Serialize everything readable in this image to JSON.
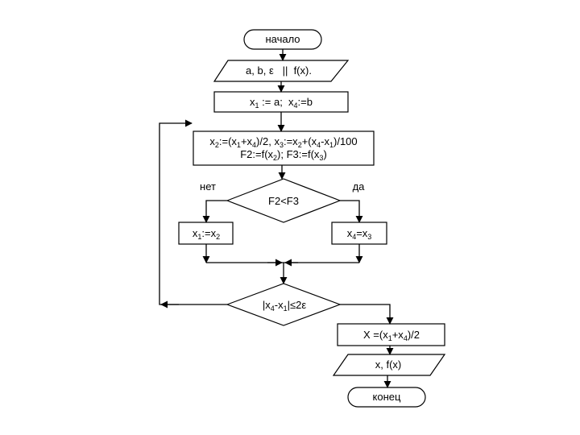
{
  "flowchart": {
    "start": "начало",
    "input": "a, b, ε   ||  f(x).",
    "init": {
      "a": "x",
      "a_sub": "1",
      "b": " := a;  x",
      "b_sub": "4",
      "c": ":=b"
    },
    "compute": {
      "line1": [
        {
          "t": "x"
        },
        {
          "s": "2"
        },
        {
          "t": ":=(x"
        },
        {
          "s": "1"
        },
        {
          "t": "+x"
        },
        {
          "s": "4"
        },
        {
          "t": ")/2, x"
        },
        {
          "s": "3"
        },
        {
          "t": ":=x"
        },
        {
          "s": "2"
        },
        {
          "t": "+(x"
        },
        {
          "s": "4"
        },
        {
          "t": "-x"
        },
        {
          "s": "1"
        },
        {
          "t": ")/100"
        }
      ],
      "line2": [
        {
          "t": "F2:=f(x"
        },
        {
          "s": "2"
        },
        {
          "t": "); F3:=f(x"
        },
        {
          "s": "3"
        },
        {
          "t": ")"
        }
      ]
    },
    "decision1": "F2<F3",
    "no_label": "нет",
    "yes_label": "да",
    "assign_left": [
      {
        "t": "x"
      },
      {
        "s": "1"
      },
      {
        "t": ":=x"
      },
      {
        "s": "2"
      }
    ],
    "assign_right": [
      {
        "t": "x"
      },
      {
        "s": "4"
      },
      {
        "t": "=x"
      },
      {
        "s": "3"
      }
    ],
    "decision2": [
      {
        "t": "|x"
      },
      {
        "s": "4"
      },
      {
        "t": "-x"
      },
      {
        "s": "1"
      },
      {
        "t": "|≤2ε"
      }
    ],
    "result": [
      {
        "t": "X =(x"
      },
      {
        "s": "1"
      },
      {
        "t": "+x"
      },
      {
        "s": "4"
      },
      {
        "t": ")/2"
      }
    ],
    "output": "x, f(x)",
    "end": "конец"
  }
}
